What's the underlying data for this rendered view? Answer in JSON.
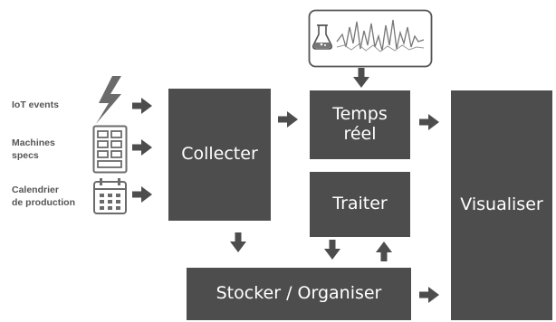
{
  "boxes": {
    "collect": "Collecter",
    "realtime_line1": "Temps",
    "realtime_line2": "réel",
    "process": "Traiter",
    "store": "Stocker / Organiser",
    "visualize": "Visualiser"
  },
  "inputs": {
    "iot": "IoT events",
    "machines_line1": "Machines",
    "machines_line2": "specs",
    "calendar_line1": "Calendrier",
    "calendar_line2": "de production"
  },
  "icons": {
    "iot": "lightning-bolt-icon",
    "machines": "machine-specs-grid-icon",
    "calendar": "calendar-icon",
    "realtime": "flask-signal-chart-icon"
  },
  "colors": {
    "box": "#4d4d4d",
    "arrow": "#4d4d4d",
    "icon": "#6b6b6b",
    "label": "#555555"
  }
}
